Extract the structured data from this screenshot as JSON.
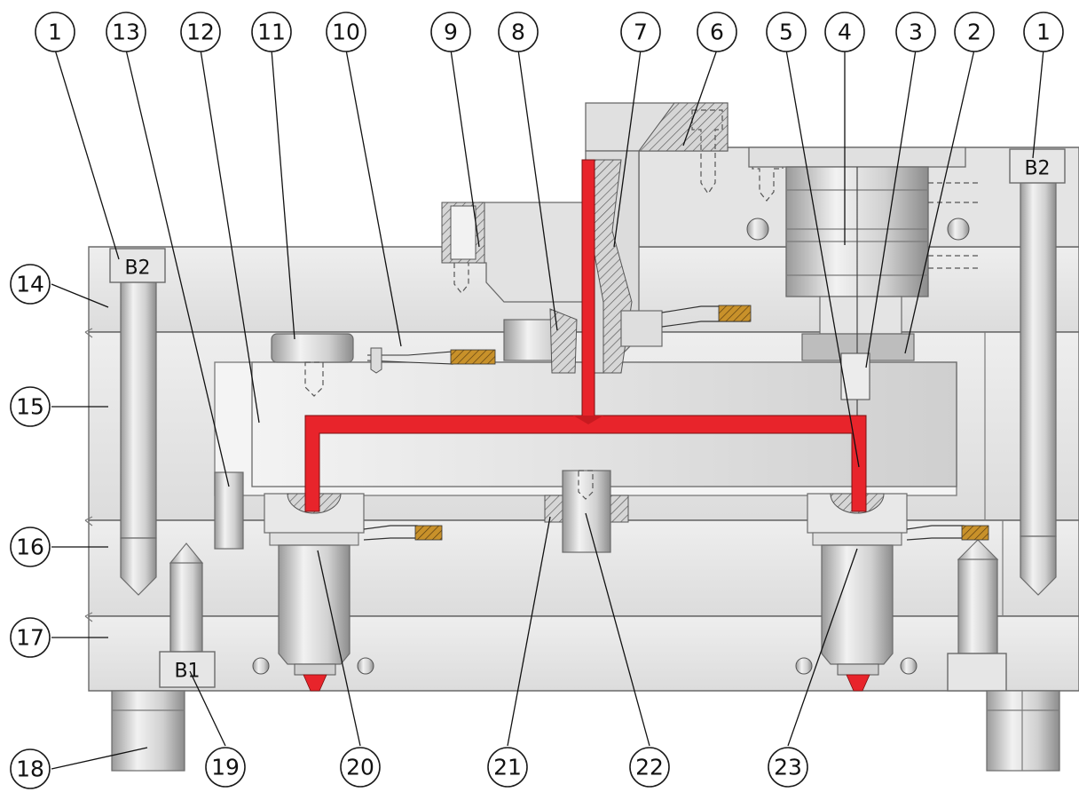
{
  "diagram": {
    "callouts": [
      {
        "id": "c1a",
        "label": "1"
      },
      {
        "id": "c13",
        "label": "13"
      },
      {
        "id": "c12",
        "label": "12"
      },
      {
        "id": "c11",
        "label": "11"
      },
      {
        "id": "c10",
        "label": "10"
      },
      {
        "id": "c9",
        "label": "9"
      },
      {
        "id": "c8",
        "label": "8"
      },
      {
        "id": "c7",
        "label": "7"
      },
      {
        "id": "c6",
        "label": "6"
      },
      {
        "id": "c5",
        "label": "5"
      },
      {
        "id": "c4",
        "label": "4"
      },
      {
        "id": "c3",
        "label": "3"
      },
      {
        "id": "c2",
        "label": "2"
      },
      {
        "id": "c1b",
        "label": "1"
      },
      {
        "id": "c14",
        "label": "14"
      },
      {
        "id": "c15",
        "label": "15"
      },
      {
        "id": "c16",
        "label": "16"
      },
      {
        "id": "c17",
        "label": "17"
      },
      {
        "id": "c18",
        "label": "18"
      },
      {
        "id": "c19",
        "label": "19"
      },
      {
        "id": "c20",
        "label": "20"
      },
      {
        "id": "c21",
        "label": "21"
      },
      {
        "id": "c22",
        "label": "22"
      },
      {
        "id": "c23",
        "label": "23"
      }
    ],
    "bolt_labels": {
      "left_b2": "B2",
      "right_b2": "B2",
      "b1": "B1"
    },
    "colors": {
      "melt_channel": "#e8242b",
      "plate_light": "#e6e6e6",
      "plate_mid": "#d4d4d4",
      "outline": "#6a6a6a"
    }
  }
}
